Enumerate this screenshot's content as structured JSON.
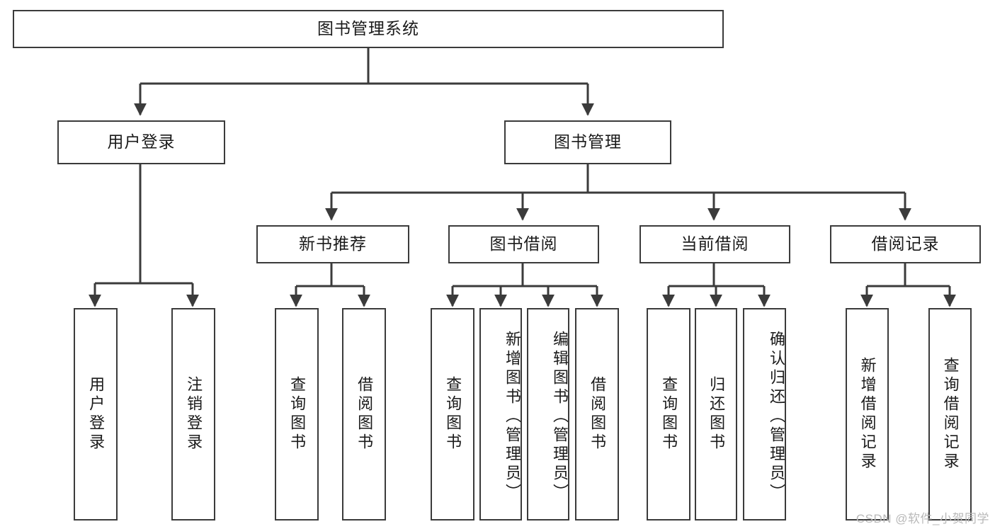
{
  "diagram": {
    "type": "tree",
    "title_node": {
      "label": "图书管理系统"
    },
    "level2": [
      {
        "id": "user-login",
        "label": "用户登录"
      },
      {
        "id": "book-manage",
        "label": "图书管理"
      }
    ],
    "level3": [
      {
        "id": "new-book-rec",
        "label": "新书推荐"
      },
      {
        "id": "book-borrow",
        "label": "图书借阅"
      },
      {
        "id": "current-borrow",
        "label": "当前借阅"
      },
      {
        "id": "borrow-record",
        "label": "借阅记录"
      }
    ],
    "leaves": {
      "user_login": [
        {
          "id": "leaf-user-login",
          "label": "用户登录"
        },
        {
          "id": "leaf-logout-login",
          "label": "注销登录"
        }
      ],
      "new_book_rec": [
        {
          "id": "leaf-query-book-1",
          "label": "查询图书"
        },
        {
          "id": "leaf-borrow-book-1",
          "label": "借阅图书"
        }
      ],
      "book_borrow": [
        {
          "id": "leaf-query-book-2",
          "label": "查询图书"
        },
        {
          "id": "leaf-add-book",
          "label": "新增图书（管理员）"
        },
        {
          "id": "leaf-edit-book",
          "label": "编辑图书（管理员）"
        },
        {
          "id": "leaf-borrow-book-2",
          "label": "借阅图书"
        }
      ],
      "current_borrow": [
        {
          "id": "leaf-query-book-3",
          "label": "查询图书"
        },
        {
          "id": "leaf-return-book",
          "label": "归还图书"
        },
        {
          "id": "leaf-confirm-return",
          "label": "确认归还（管理员）"
        }
      ],
      "borrow_record": [
        {
          "id": "leaf-add-record",
          "label": "新增借阅记录"
        },
        {
          "id": "leaf-query-record",
          "label": "查询借阅记录"
        }
      ]
    }
  },
  "watermark": {
    "text": "CSDN @软件_小贺同学"
  },
  "colors": {
    "stroke": "#3b3b3b",
    "fill": "#ffffff",
    "text": "#1a1a1a",
    "watermark": "#b9b9b9"
  }
}
